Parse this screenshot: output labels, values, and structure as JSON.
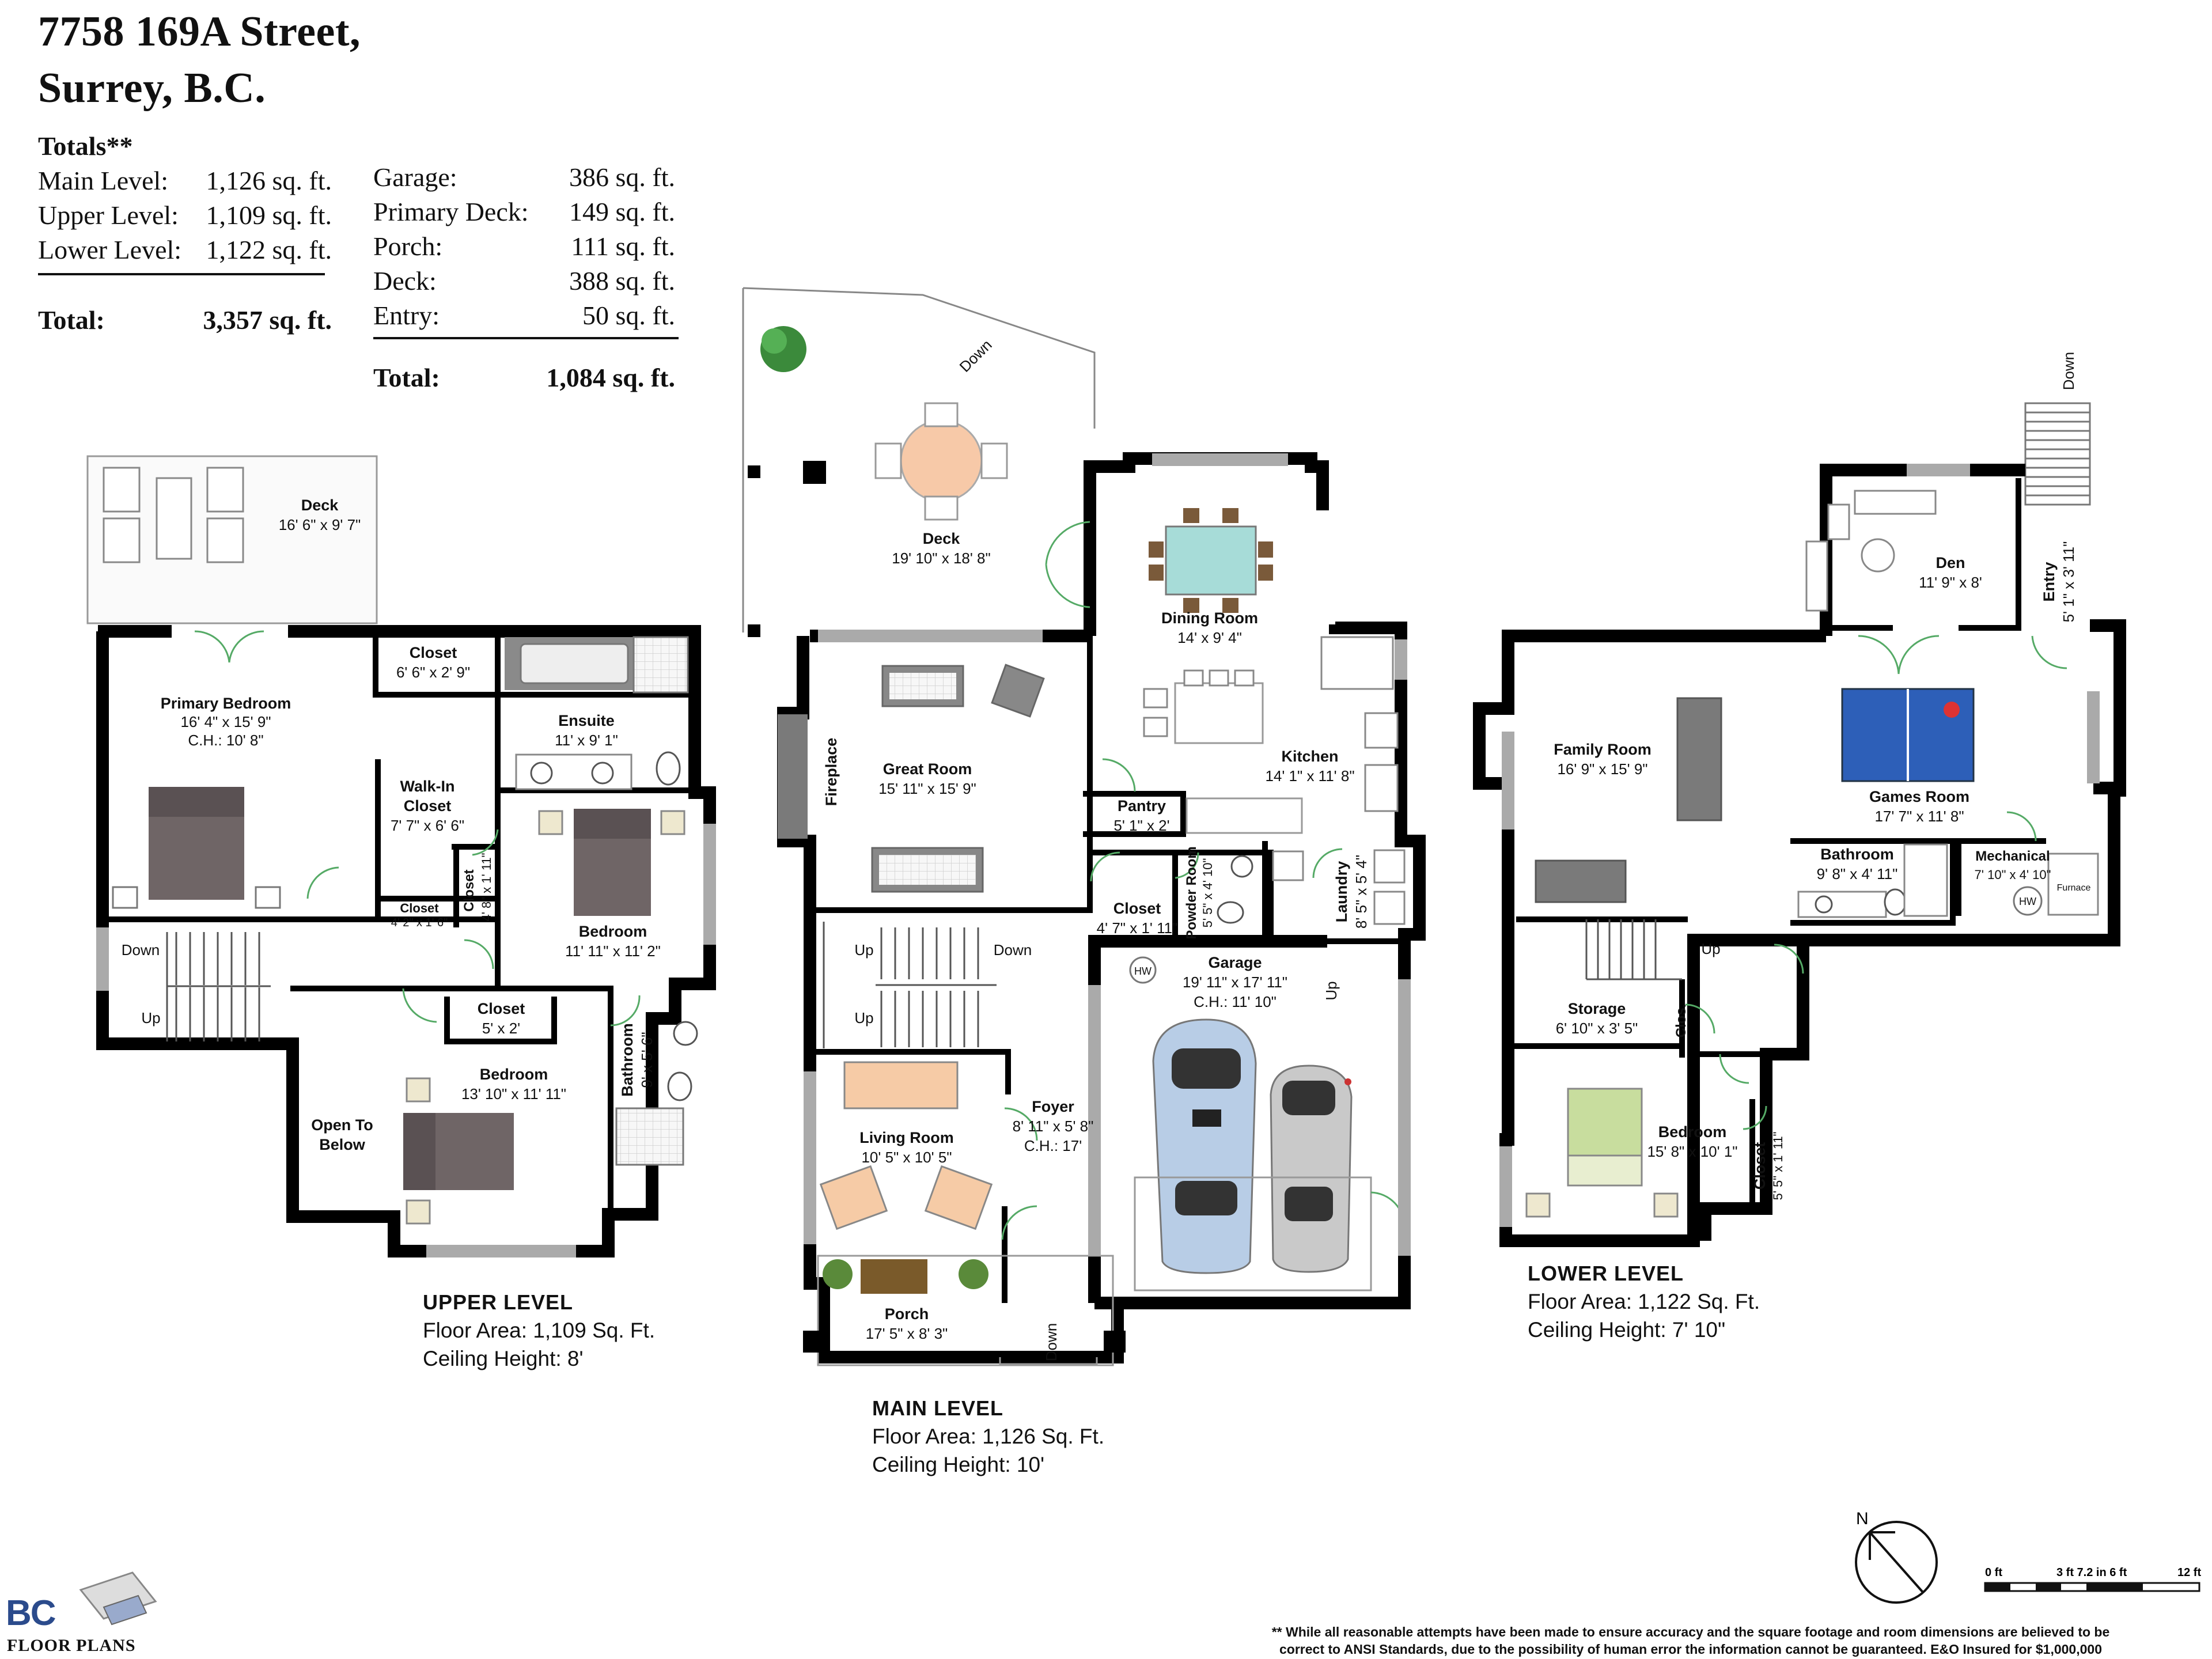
{
  "address": {
    "line1": "7758 169A Street,",
    "line2": "Surrey, B.C."
  },
  "totals_left": {
    "heading": "Totals**",
    "rows": [
      {
        "label": "Main Level:",
        "value": "1,126 sq. ft."
      },
      {
        "label": "Upper Level:",
        "value": "1,109 sq. ft."
      },
      {
        "label": "Lower Level:",
        "value": "1,122 sq. ft."
      }
    ],
    "total_label": "Total:",
    "total_value": "3,357 sq. ft."
  },
  "totals_right": {
    "rows": [
      {
        "label": "Garage:",
        "value": "386 sq. ft."
      },
      {
        "label": "Primary Deck:",
        "value": "149 sq. ft."
      },
      {
        "label": "Porch:",
        "value": "111 sq. ft."
      },
      {
        "label": "Deck:",
        "value": "388 sq. ft."
      },
      {
        "label": "Entry:",
        "value": "50 sq. ft."
      }
    ],
    "total_label": "Total:",
    "total_value": "1,084 sq. ft."
  },
  "upper_level": {
    "title": "UPPER LEVEL",
    "area": "Floor Area: 1,109 Sq. Ft.",
    "ceiling": "Ceiling Height: 8'",
    "rooms": {
      "deck": {
        "name": "Deck",
        "dims": "16' 6\" x 9' 7\""
      },
      "closet_top": {
        "name": "Closet",
        "dims": "6' 6\" x 2' 9\""
      },
      "primary_bedroom": {
        "name": "Primary Bedroom",
        "dims": "16' 4\" x 15' 9\"",
        "ch": "C.H.: 10' 8\""
      },
      "ensuite": {
        "name": "Ensuite",
        "dims": "11' x 9' 1\""
      },
      "walk_in": {
        "name": "Walk-In",
        "name2": "Closet",
        "dims": "7' 7\" x 6' 6\""
      },
      "closet_small": {
        "name": "Closet",
        "dims": "4' 2\" x 1' 6\""
      },
      "closet_side": {
        "name": "Closet",
        "dims": "4' 8\" x 1' 11\""
      },
      "bedroom_a": {
        "name": "Bedroom",
        "dims": "11' 11\" x 11' 2\""
      },
      "closet_b": {
        "name": "Closet",
        "dims": "5' x 2'"
      },
      "bedroom_b": {
        "name": "Bedroom",
        "dims": "13' 10\" x 11' 11\""
      },
      "bathroom": {
        "name": "Bathroom",
        "dims": "9' x 5' 6\""
      },
      "open_below": {
        "name": "Open To",
        "name2": "Below"
      }
    },
    "stairs": {
      "down": "Down",
      "up": "Up"
    }
  },
  "main_level": {
    "title": "MAIN LEVEL",
    "area": "Floor Area: 1,126 Sq. Ft.",
    "ceiling": "Ceiling Height: 10'",
    "rooms": {
      "deck": {
        "name": "Deck",
        "dims": "19' 10\" x 18' 8\""
      },
      "dining": {
        "name": "Dining Room",
        "dims": "14' x 9' 4\""
      },
      "fireplace": {
        "name": "Fireplace"
      },
      "great_room": {
        "name": "Great Room",
        "dims": "15' 11\" x 15' 9\""
      },
      "kitchen": {
        "name": "Kitchen",
        "dims": "14' 1\" x 11' 8\""
      },
      "pantry": {
        "name": "Pantry",
        "dims": "5' 1\" x 2'"
      },
      "closet": {
        "name": "Closet",
        "dims": "4' 7\" x 1' 11\""
      },
      "powder": {
        "name": "Powder Room",
        "dims": "5' 5\" x 4' 10\""
      },
      "laundry": {
        "name": "Laundry",
        "dims": "8' 5\" x 5' 4\""
      },
      "garage": {
        "name": "Garage",
        "dims": "19' 11\" x 17' 11\"",
        "ch": "C.H.: 11' 10\""
      },
      "living": {
        "name": "Living Room",
        "dims": "10' 5\" x 10' 5\""
      },
      "foyer": {
        "name": "Foyer",
        "dims": "8' 11\" x 5' 8\"",
        "ch": "C.H.: 17'"
      },
      "porch": {
        "name": "Porch",
        "dims": "17' 5\" x 8' 3\""
      }
    },
    "stairs": {
      "down": "Down",
      "up": "Up",
      "hw": "HW"
    }
  },
  "lower_level": {
    "title": "LOWER LEVEL",
    "area": "Floor Area: 1,122 Sq. Ft.",
    "ceiling": "Ceiling Height: 7' 10\"",
    "rooms": {
      "den": {
        "name": "Den",
        "dims": "11' 9\" x 8'"
      },
      "entry": {
        "name": "Entry",
        "dims": "5' 1\" x 3' 11\""
      },
      "family": {
        "name": "Family Room",
        "dims": "16' 9\" x 15' 9\""
      },
      "games": {
        "name": "Games Room",
        "dims": "17' 7\" x 11' 8\""
      },
      "bathroom": {
        "name": "Bathroom",
        "dims": "9' 8\" x 4' 11\""
      },
      "mechanical": {
        "name": "Mechanical",
        "dims": "7' 10\" x 4' 10\""
      },
      "storage": {
        "name": "Storage",
        "dims": "6' 10\" x 3' 5\""
      },
      "clos": {
        "name": "Clos."
      },
      "bedroom": {
        "name": "Bedroom",
        "dims": "15' 8\" x 10' 1\""
      },
      "closet": {
        "name": "Closet",
        "dims": "5' 5\" x 1' 11\""
      }
    },
    "stairs": {
      "down": "Down",
      "up": "Up",
      "hw": "HW",
      "furnace": "Furnace"
    }
  },
  "scale": {
    "start": "0 ft",
    "mid": "3 ft 7.2 in 6 ft",
    "end": "12 ft"
  },
  "compass": {
    "north": "N"
  },
  "logo": {
    "line1": "BC",
    "line2": "FLOOR PLANS"
  },
  "disclaimer": {
    "line1": "** While all reasonable attempts have been made to ensure accuracy and the square footage and room dimensions are believed to be",
    "line2": "correct to ANSI Standards, due to the possibility of human error the information cannot be guaranteed. E&O Insured for $1,000,000"
  }
}
